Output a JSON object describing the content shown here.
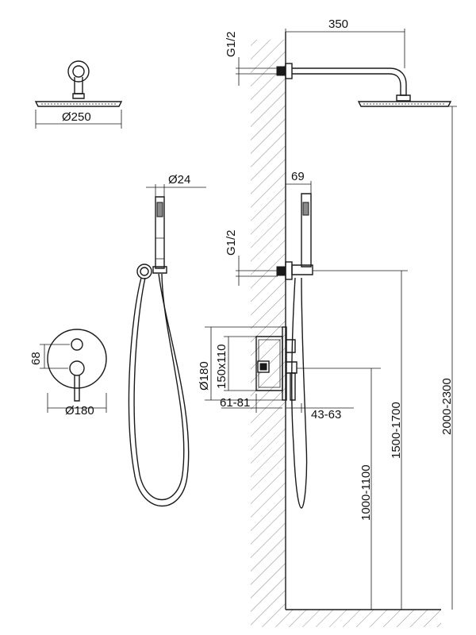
{
  "dimensions": {
    "overhead_diameter": "Ø250",
    "arm_length": "350",
    "top_thread": "G1/2",
    "hand_shower_diameter": "Ø24",
    "holder_depth": "69",
    "middle_thread": "G1/2",
    "plate_diameter": "Ø180",
    "plate_handle_spacing": "68",
    "plate_diameter_front": "Ø180",
    "box_size": "150x110",
    "box_depth_range": "61-81",
    "projection_range": "43-63",
    "mixer_height_range": "1000-1100",
    "holder_height_range": "1500-1700",
    "head_height_range": "2000-2300"
  }
}
